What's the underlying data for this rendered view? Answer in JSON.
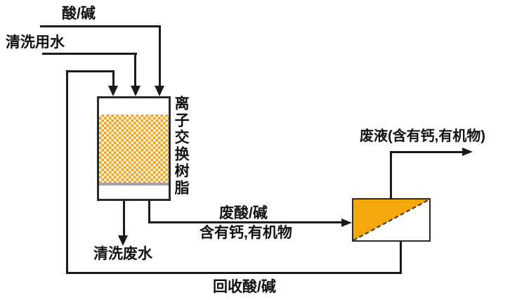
{
  "diagram": {
    "labels": {
      "acid_alkali_in": "酸/碱",
      "wash_water_in": "清洗用水",
      "resin_column": "离子交换树脂",
      "waste_acid_line1": "废酸/碱",
      "waste_acid_line2": "含有钙,有机物",
      "wash_wastewater_out": "清洗废水",
      "recovered_acid_alkali": "回收酸/碱",
      "waste_liquid_out": "废液(含有钙,有机物)"
    },
    "colors": {
      "line_color": "#1a1a1a",
      "resin_orange": "#f0a225",
      "resin_cream": "#fdf5d8",
      "resin_gray_band": "#a99fa6",
      "separator_orange": "#f6a70a",
      "box_border": "#2a2a2a"
    }
  }
}
